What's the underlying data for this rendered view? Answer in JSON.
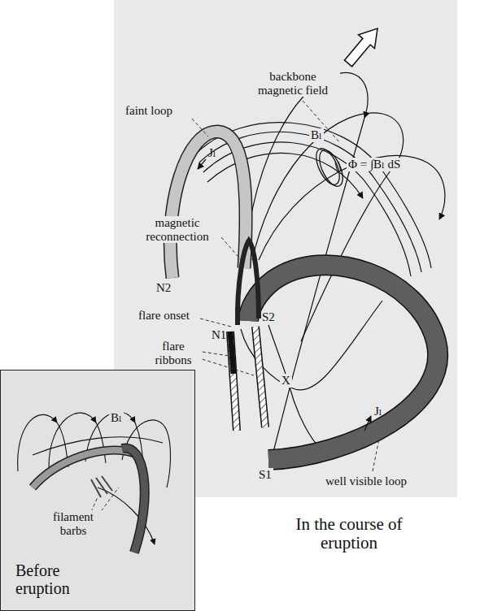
{
  "diagram": {
    "nodes": [
      {
        "text": [
          "Before eruption"
        ]
      }
    ],
    "labels": [
      "backbone magnetic field",
      "faint loop",
      "Jₗ",
      "Bₗ",
      "Φ = ∫Bₗ dS",
      "magnetic reconnection",
      "N2",
      "flare onset",
      "N1",
      "S2",
      "flare ribbons",
      "X",
      "Jₗ",
      "S1",
      "well visible loop",
      "In the course of eruption",
      "Bₗ",
      "filament barbs"
    ]
  }
}
